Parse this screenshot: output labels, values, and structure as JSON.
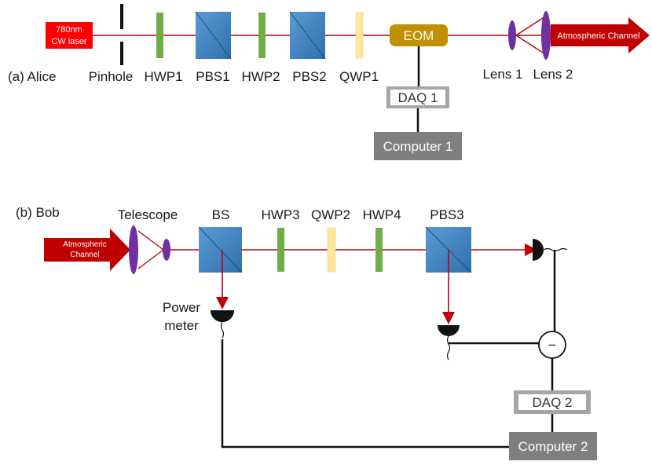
{
  "alice": {
    "section_label": "(a) Alice",
    "laser_line1": "780nm",
    "laser_line2": "CW laser",
    "pinhole": "Pinhole",
    "hwp1": "HWP1",
    "pbs1": "PBS1",
    "hwp2": "HWP2",
    "pbs2": "PBS2",
    "qwp1": "QWP1",
    "eom": "EOM",
    "daq1": "DAQ 1",
    "computer1": "Computer 1",
    "lens1": "Lens 1",
    "lens2": "Lens 2",
    "channel": "Atmospheric Channel"
  },
  "bob": {
    "section_label": "(b) Bob",
    "channel_line1": "Atmospheric",
    "channel_line2": "Channel",
    "telescope": "Telescope",
    "bs": "BS",
    "hwp3": "HWP3",
    "qwp2": "QWP2",
    "hwp4": "HWP4",
    "pbs3": "PBS3",
    "power_line1": "Power",
    "power_line2": "meter",
    "daq2": "DAQ 2",
    "computer2": "Computer 2",
    "minus": "−"
  },
  "colors": {
    "beam": "#c00000",
    "laser": "#ff0000",
    "arrow": "#c00000",
    "waveplate_hwp": "#70ad47",
    "waveplate_qwp": "#ffe699",
    "cube": "#2e75b6",
    "eom": "#bf9000",
    "lens": "#7030a0",
    "box": "#808080"
  }
}
